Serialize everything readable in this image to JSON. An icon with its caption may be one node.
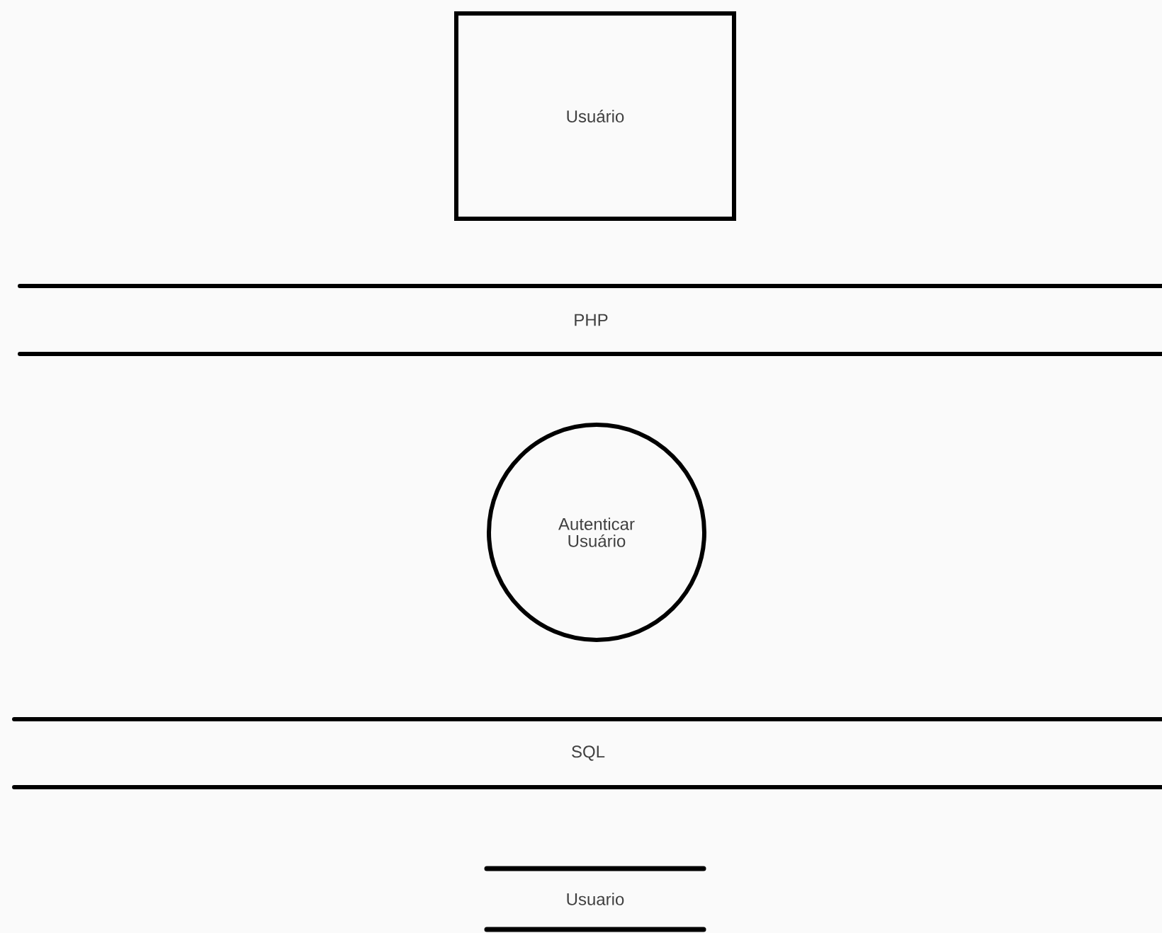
{
  "diagram": {
    "nodes": [
      {
        "text": [
          "Usuário"
        ]
      },
      {
        "text": [
          "PHP"
        ]
      },
      {
        "text": [
          "Autenticar Usuário"
        ]
      },
      {
        "text": [
          "SQL"
        ]
      },
      {
        "text": [
          "Usuario"
        ]
      }
    ]
  }
}
